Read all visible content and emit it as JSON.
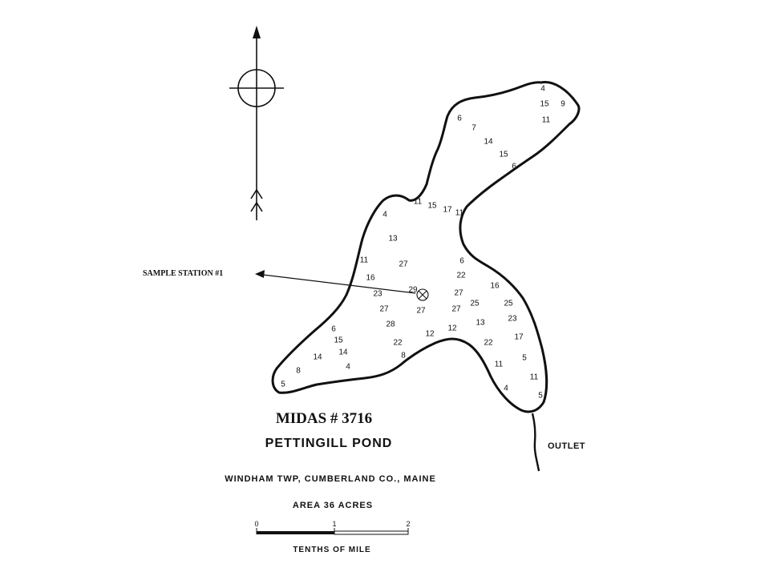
{
  "title": {
    "midas": "MIDAS # 3716",
    "pond_name": "PETTINGILL POND",
    "location": "WINDHAM TWP, CUMBERLAND CO., MAINE",
    "area": "AREA 36 ACRES"
  },
  "sample_station_label": "SAMPLE STATION #1",
  "outlet_label": "OUTLET",
  "scale": {
    "ticks": [
      "0",
      "1",
      "2"
    ],
    "label": "TENTHS OF MILE"
  },
  "icons": {
    "north_arrow": "north-arrow-icon",
    "station_marker": "circle-x-icon"
  },
  "colors": {
    "ink": "#111111",
    "background": "#ffffff"
  },
  "depths": [
    "4",
    "15",
    "9",
    "11",
    "6",
    "7",
    "14",
    "15",
    "6",
    "11",
    "15",
    "17",
    "11",
    "4",
    "13",
    "11",
    "27",
    "6",
    "16",
    "22",
    "23",
    "29",
    "27",
    "16",
    "27",
    "27",
    "27",
    "25",
    "25",
    "28",
    "12",
    "12",
    "13",
    "23",
    "6",
    "15",
    "14",
    "22",
    "8",
    "22",
    "17",
    "14",
    "4",
    "8",
    "5",
    "11",
    "5",
    "11",
    "4",
    "5"
  ]
}
